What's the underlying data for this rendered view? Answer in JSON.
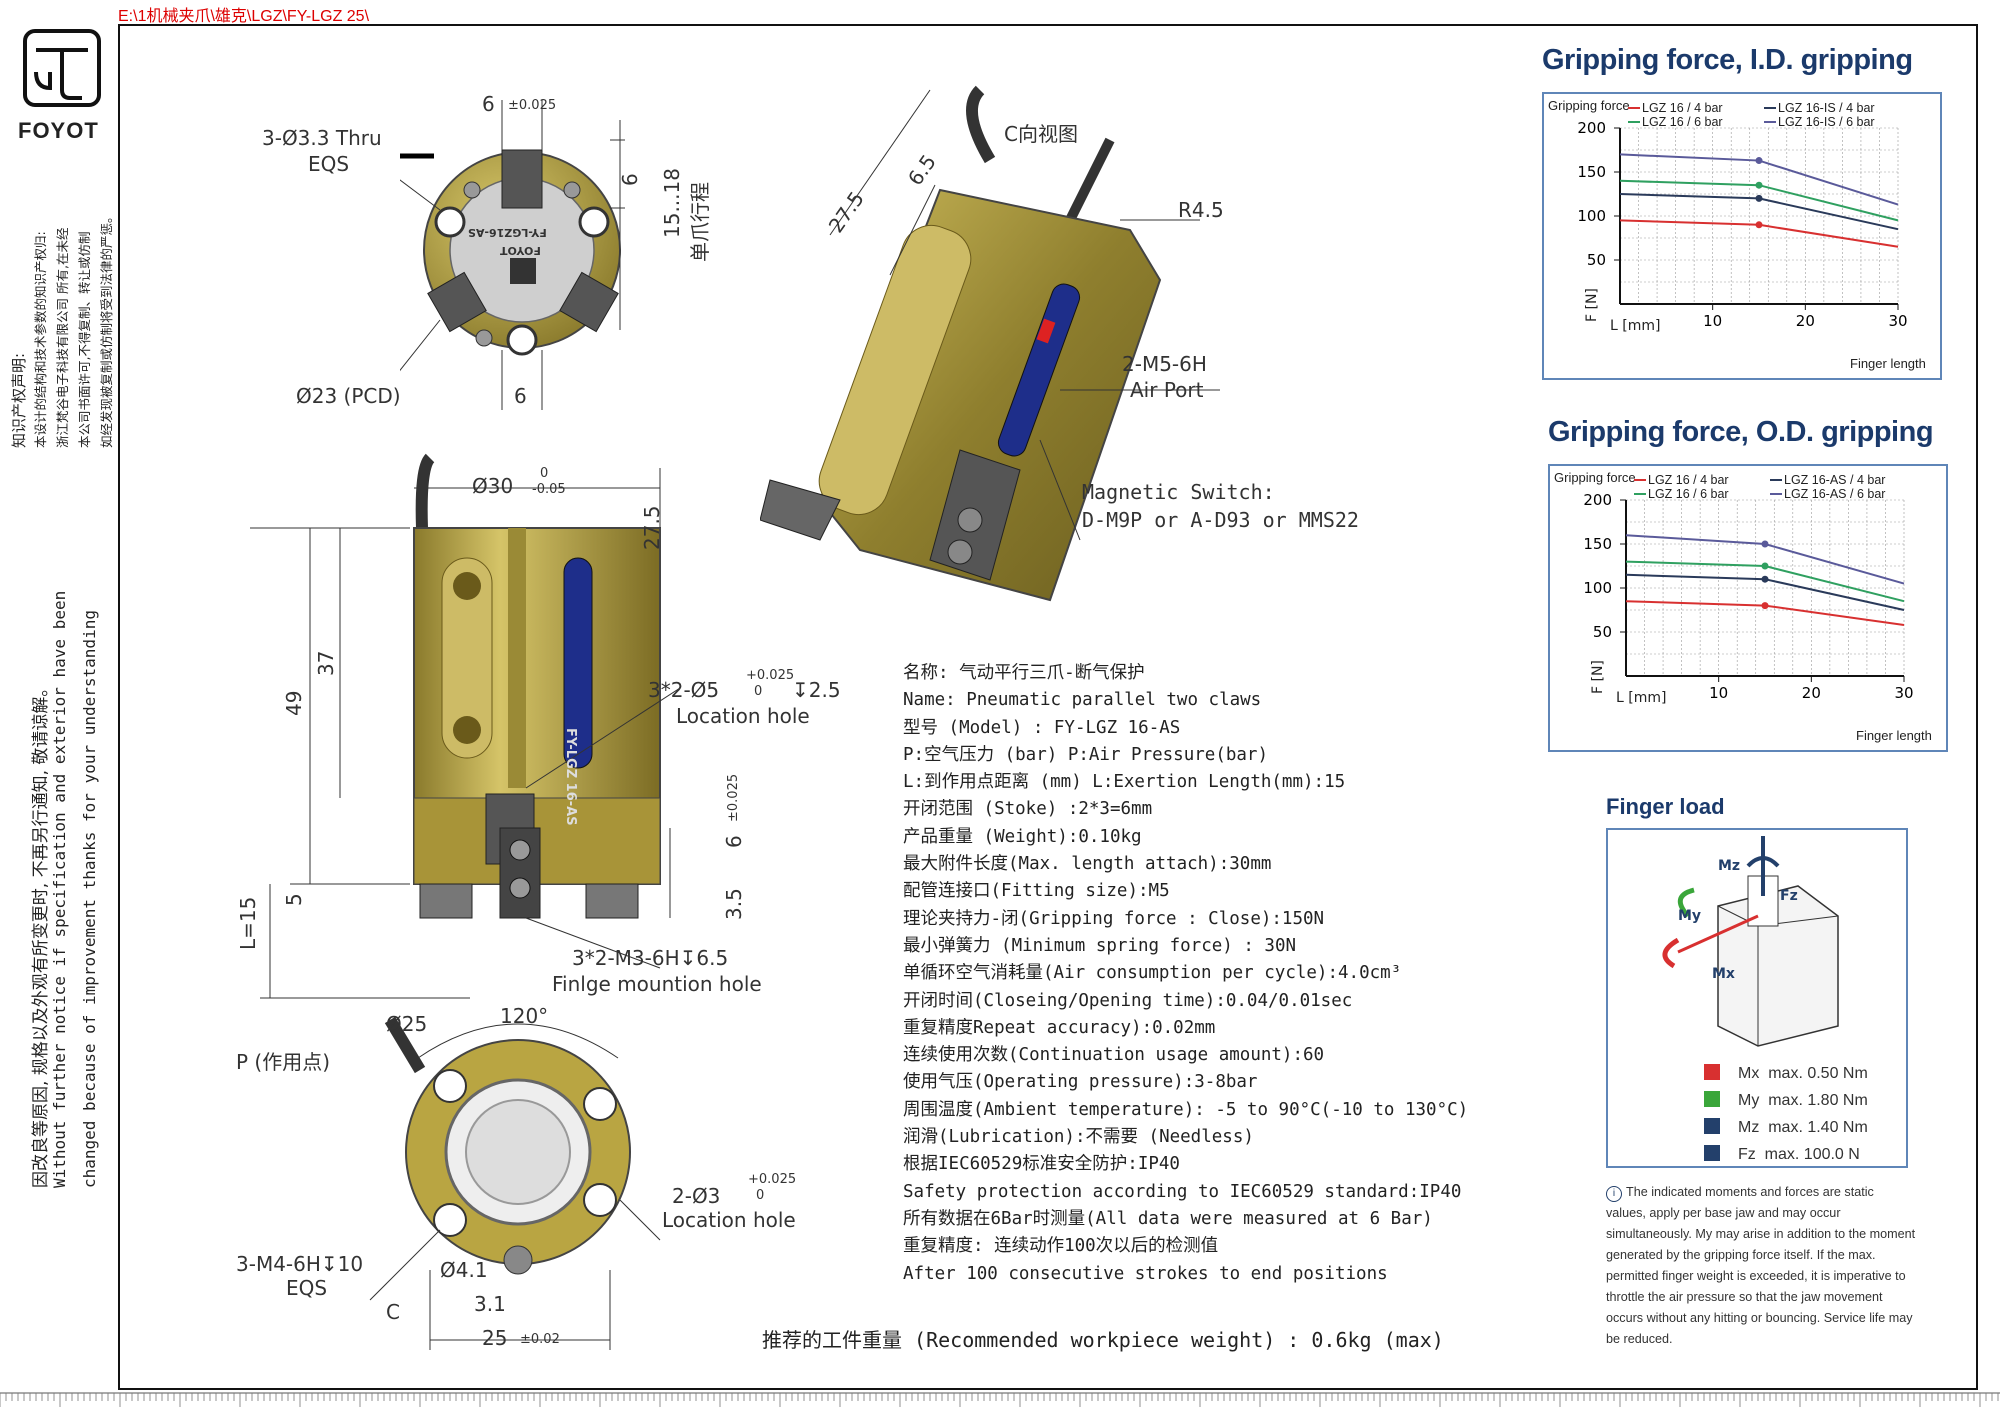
{
  "file_path": "E:\\1机械夹爪\\雄克\\LGZ\\FY-LGZ 25\\",
  "brand": {
    "name": "FOYOT"
  },
  "ip_notice": {
    "title": "知识产权声明:",
    "line1": "本设计的结构和技术参数的知识产权归:",
    "line2": "浙江梵谷电子科技有限公司 所有,在未经",
    "line3": "本公司书面许可,不得复制、转让或仿制",
    "line4": "如经发现被复制或仿制将受到法律的严惩。"
  },
  "change_notice": {
    "cn": "因改良等原因, 规格以及外观有所变更时, 不再另行通知, 敬请谅解。",
    "en1": "Without further  notice if specification and exterior have been",
    "en2": "changed because of improvement thanks for your understanding"
  },
  "top_view": {
    "holes_label": "3-Ø3.3 Thru",
    "holes_eqs": "EQS",
    "dim6": "6",
    "tol6": "±0.025",
    "dim6b": "6",
    "stroke_range": "15...18",
    "stroke_cn": "单爪行程",
    "pcd": "Ø23 (PCD)",
    "bottom_dim": "6",
    "part_line1": "FY-LGZ16-AS",
    "part_line2": "FOYOT"
  },
  "iso_view": {
    "view_c": "C向视图",
    "dim275": "27.5",
    "dim65": "6.5",
    "r45": "R4.5",
    "air_label1": "2-M5-6H",
    "air_label2": "Air Port",
    "switch1": "Magnetic Switch:",
    "switch2": "D-M9P or A-D93 or MMS22"
  },
  "side_view": {
    "diameter": "Ø30",
    "tol_up": "0",
    "tol_dn": "-0.05",
    "dim275": "27.5",
    "dim37": "37",
    "dim49": "49",
    "dim5": "5",
    "L15": "L=15",
    "dim6": "6",
    "tol6": "±0.025",
    "dim35": "3.5",
    "loc_label": "3*2-Ø5",
    "loc_tol_up": "+0.025",
    "loc_tol_dn": "0",
    "loc_depth": "↧2.5",
    "loc_text": "Location hole",
    "fin_label": "3*2-M3-6H↧6.5",
    "fin_text": "Finlge mountion hole",
    "label_text": "FY-LGZ 16-AS"
  },
  "bottom_view": {
    "d25": "Ø25",
    "p_label": "P (作用点)",
    "angle": "120°",
    "m4_label": "3-M4-6H↧10",
    "eqs": "EQS",
    "d41": "Ø4.1",
    "d31": "3.1",
    "d25b": "25",
    "tol002": "±0.02",
    "loc2_label": "2-Ø3",
    "loc2_tol_up": "+0.025",
    "loc2_tol_dn": "0",
    "loc2_text": "Location hole",
    "c_mark": "C"
  },
  "specs": [
    "名称: 气动平行三爪-断气保护",
    "Name: Pneumatic parallel two claws",
    "型号 (Model) : FY-LGZ 16-AS",
    "P:空气压力 (bar) P:Air Pressure(bar)",
    "L:到作用点距离 (mm) L:Exertion Length(mm):15",
    "开闭范围 (Stoke) :2*3=6mm",
    "产品重量 (Weight):0.10kg",
    "最大附件长度(Max. length attach):30mm",
    "配管连接口(Fitting size):M5",
    "理论夹持力-闭(Gripping force : Close):150N",
    "最小弹簧力 (Minimum spring force) : 30N",
    "单循环空气消耗量(Air consumption per cycle):4.0cm³",
    "开闭时间(Closeing/Opening time):0.04/0.01sec",
    "重复精度Repeat accuracy):0.02mm",
    "连续使用次数(Continuation usage amount):60",
    "使用气压(Operating pressure):3-8bar",
    "周围温度(Ambient temperature): -5 to 90°C(-10 to 130°C)",
    "润滑(Lubrication):不需要 (Needless)",
    "根据IEC60529标准安全防护:IP40",
    "Safety protection according to IEC60529 standard:IP40",
    "所有数据在6Bar时测量(All data were measured at 6 Bar)",
    "重复精度: 连续动作100次以后的检测值",
    "After 100 consecutive strokes to end positions"
  ],
  "recommended": "推荐的工件重量 (Recommended workpiece weight) : 0.6kg (max)",
  "chart_data": [
    {
      "type": "line",
      "title": "Gripping force, I.D. gripping",
      "ylabel_top": "Gripping force",
      "ylabel": "F [N]",
      "xlabel_left": "L [mm]",
      "xlabel": "Finger length",
      "x": [
        0,
        15,
        30
      ],
      "xticks": [
        10,
        20,
        30
      ],
      "yticks": [
        50,
        100,
        150,
        200
      ],
      "xlim": [
        0,
        30
      ],
      "ylim": [
        0,
        200
      ],
      "series": [
        {
          "name": "LGZ 16 / 4 bar",
          "color": "#d83030",
          "values": [
            95,
            90,
            65
          ]
        },
        {
          "name": "LGZ 16 / 6 bar",
          "color": "#2fa060",
          "values": [
            140,
            135,
            95
          ]
        },
        {
          "name": "LGZ 16-IS / 4 bar",
          "color": "#2a3a5a",
          "values": [
            125,
            120,
            85
          ]
        },
        {
          "name": "LGZ 16-IS / 6 bar",
          "color": "#5a5a9a",
          "values": [
            170,
            163,
            113
          ]
        }
      ]
    },
    {
      "type": "line",
      "title": "Gripping force, O.D. gripping",
      "ylabel_top": "Gripping force",
      "ylabel": "F [N]",
      "xlabel_left": "L [mm]",
      "xlabel": "Finger length",
      "x": [
        0,
        15,
        30
      ],
      "xticks": [
        10,
        20,
        30
      ],
      "yticks": [
        50,
        100,
        150,
        200
      ],
      "xlim": [
        0,
        30
      ],
      "ylim": [
        0,
        200
      ],
      "series": [
        {
          "name": "LGZ 16 / 4 bar",
          "color": "#d83030",
          "values": [
            85,
            80,
            58
          ]
        },
        {
          "name": "LGZ 16 / 6 bar",
          "color": "#2fa060",
          "values": [
            130,
            125,
            85
          ]
        },
        {
          "name": "LGZ 16-AS / 4 bar",
          "color": "#2a3a5a",
          "values": [
            115,
            110,
            75
          ]
        },
        {
          "name": "LGZ 16-AS / 6 bar",
          "color": "#5a5a9a",
          "values": [
            160,
            150,
            105
          ]
        }
      ]
    }
  ],
  "finger_load": {
    "title": "Finger load",
    "rows": [
      {
        "sym": "Mx",
        "text": "max.  0.50 Nm",
        "color": "#d83030"
      },
      {
        "sym": "My",
        "text": "max.  1.80 Nm",
        "color": "#3aa63a"
      },
      {
        "sym": "Mz",
        "text": "max.  1.40 Nm",
        "color": "#23406b"
      },
      {
        "sym": "Fz",
        "text": "max.  100.0 N",
        "color": "#23406b"
      }
    ],
    "axis_mz": "Mz",
    "axis_my": "My",
    "axis_mx": "Mx",
    "axis_fz": "Fz",
    "note": "The indicated moments and forces are static values, apply per base jaw and may occur simultaneously. My may arise in addition to the moment generated by the gripping force itself. If the max. permitted finger weight is exceeded, it is imperative to throttle the air pressure so that the jaw movement occurs without any hitting or bouncing. Service life may be reduced."
  },
  "colors": {
    "brass": "#b9a542",
    "brass_dark": "#7a6a22",
    "chart_border": "#5f86b8",
    "title_blue": "#1b3a6b"
  }
}
